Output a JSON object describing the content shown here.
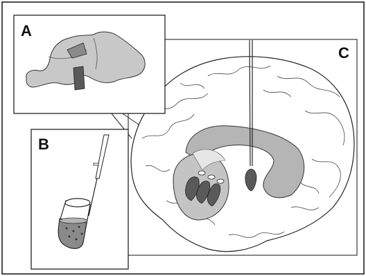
{
  "panels": {
    "a": {
      "letter": "A"
    },
    "b": {
      "letter": "B"
    },
    "c": {
      "letter": "C"
    }
  },
  "colors": {
    "border": "#111111",
    "brain_gray": "#c8c8c8",
    "region_dark": "#8a8a8a",
    "region_light": "#b5b5b5",
    "graft": "#5a5a5a",
    "white": "#ffffff"
  }
}
